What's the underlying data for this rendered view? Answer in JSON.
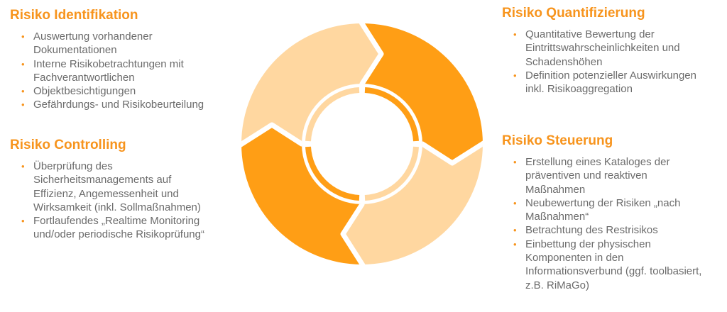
{
  "colors": {
    "dark": "#FF9E15",
    "light": "#FFD7A0",
    "title": "#F7941D",
    "text": "#6b6b6b"
  },
  "sections": {
    "identifikation": {
      "title": "Risiko Identifikation",
      "items": [
        [
          "Auswertung vorhandener",
          "Dokumentationen"
        ],
        [
          "Interne Risikobetrachtungen mit",
          "Fachverantwortlichen"
        ],
        [
          "Objektbesichtigungen"
        ],
        [
          "Gefährdungs- und Risikobeurteilung"
        ]
      ]
    },
    "controlling": {
      "title": "Risiko Controlling",
      "items": [
        [
          "Überprüfung des",
          "Sicherheitsmanagements auf",
          "Effizienz, Angemessenheit und",
          "Wirksamkeit (inkl. Sollmaßnahmen)"
        ],
        [
          "Fortlaufendes „Realtime Monitoring",
          "und/oder periodische Risikoprüfung“"
        ]
      ]
    },
    "quantifizierung": {
      "title": "Risiko Quantifizierung",
      "items": [
        [
          "Quantitative Bewertung der",
          "Eintrittswahrscheinlichkeiten und",
          "Schadenshöhen"
        ],
        [
          "Definition potenzieller Auswirkungen",
          "inkl. Risikoaggregation"
        ]
      ]
    },
    "steuerung": {
      "title": "Risiko Steuerung",
      "items": [
        [
          "Erstellung eines Kataloges der",
          "präventiven und reaktiven",
          "Maßnahmen"
        ],
        [
          "Neubewertung der Risiken „nach",
          "Maßnahmen“"
        ],
        [
          "Betrachtung des Restrisikos"
        ],
        [
          "Einbettung der physischen",
          "Komponenten in den",
          "Informationsverbund (ggf. toolbasiert,",
          "z.B. RiMaGo)"
        ]
      ]
    }
  }
}
